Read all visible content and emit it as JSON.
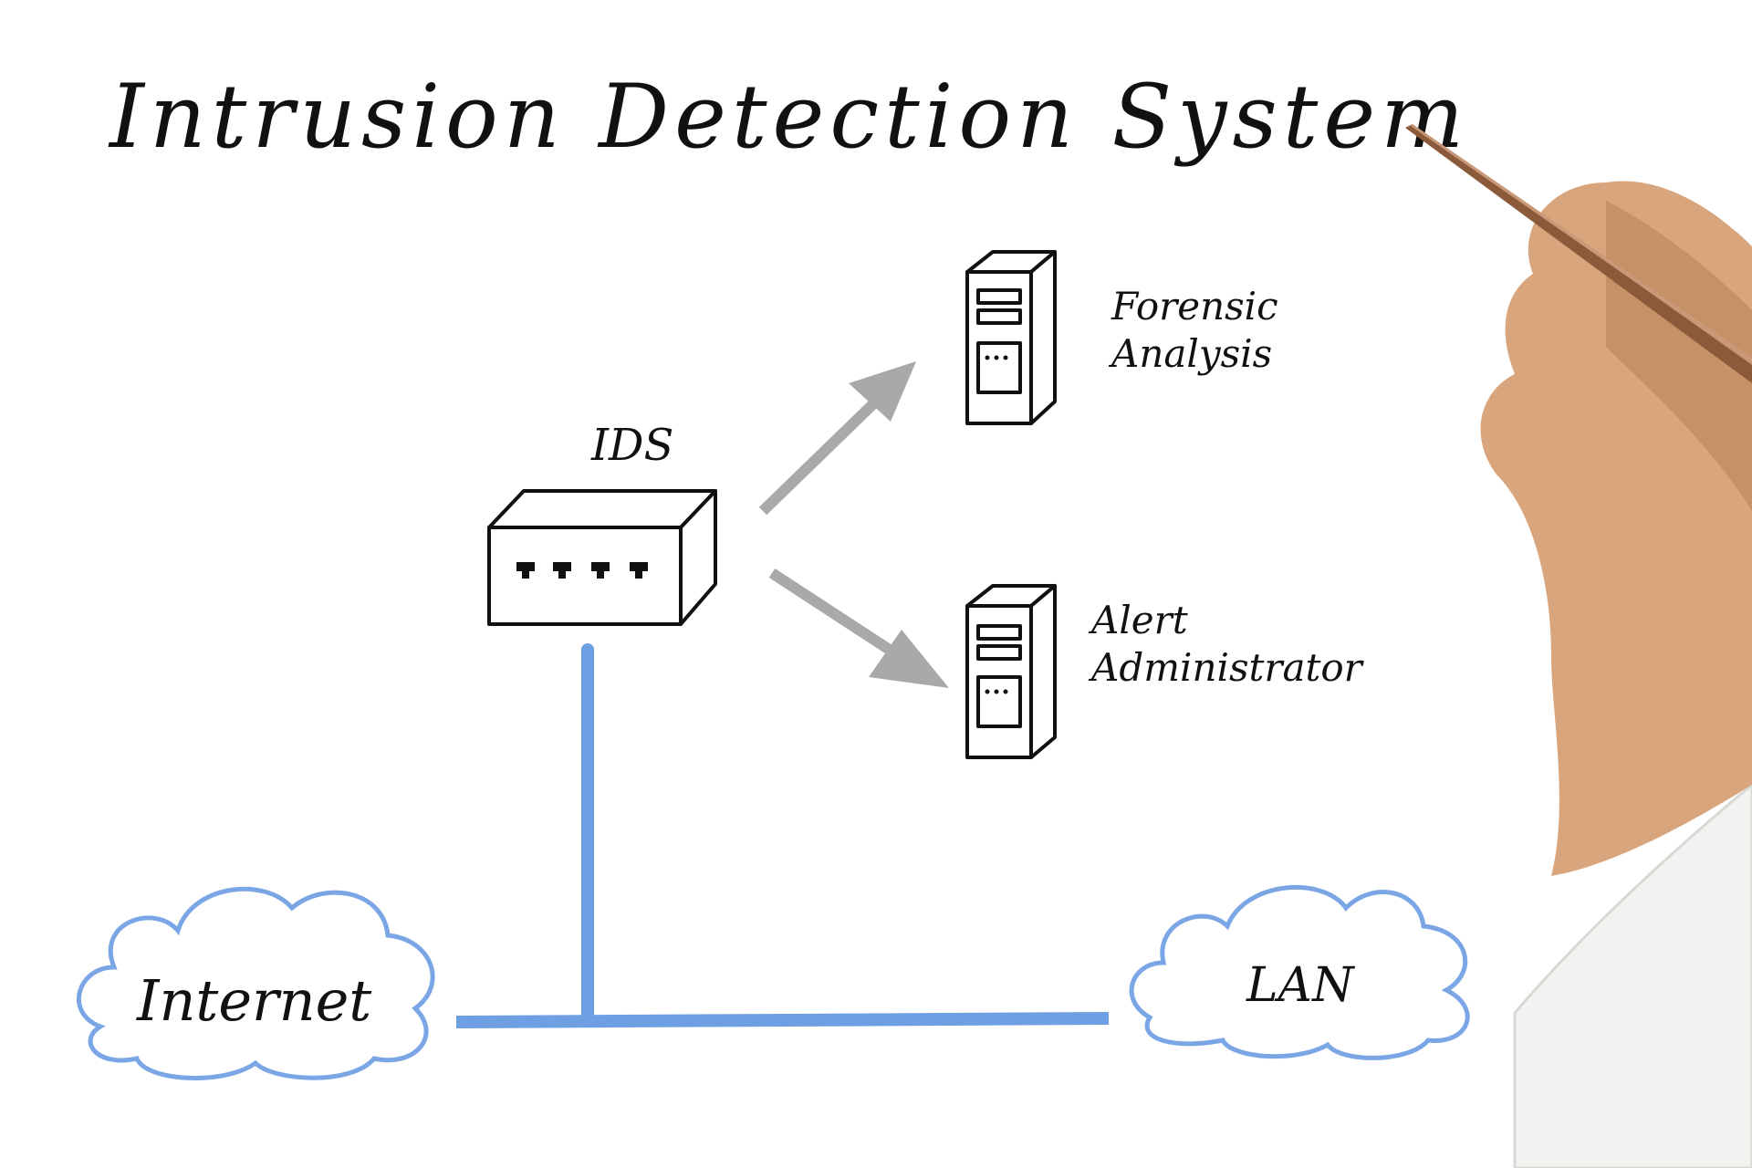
{
  "title": "Intrusion Detection System",
  "nodes": {
    "ids": "IDS",
    "forensic": [
      "Forensic",
      "Analysis"
    ],
    "alert": [
      "Alert",
      "Administrator"
    ],
    "internet": "Internet",
    "lan": "LAN"
  },
  "colors": {
    "network_line": "#6f9fe3",
    "arrow": "#a9a9a9",
    "cloud_stroke": "#7aa6e6",
    "ink": "#111111"
  }
}
